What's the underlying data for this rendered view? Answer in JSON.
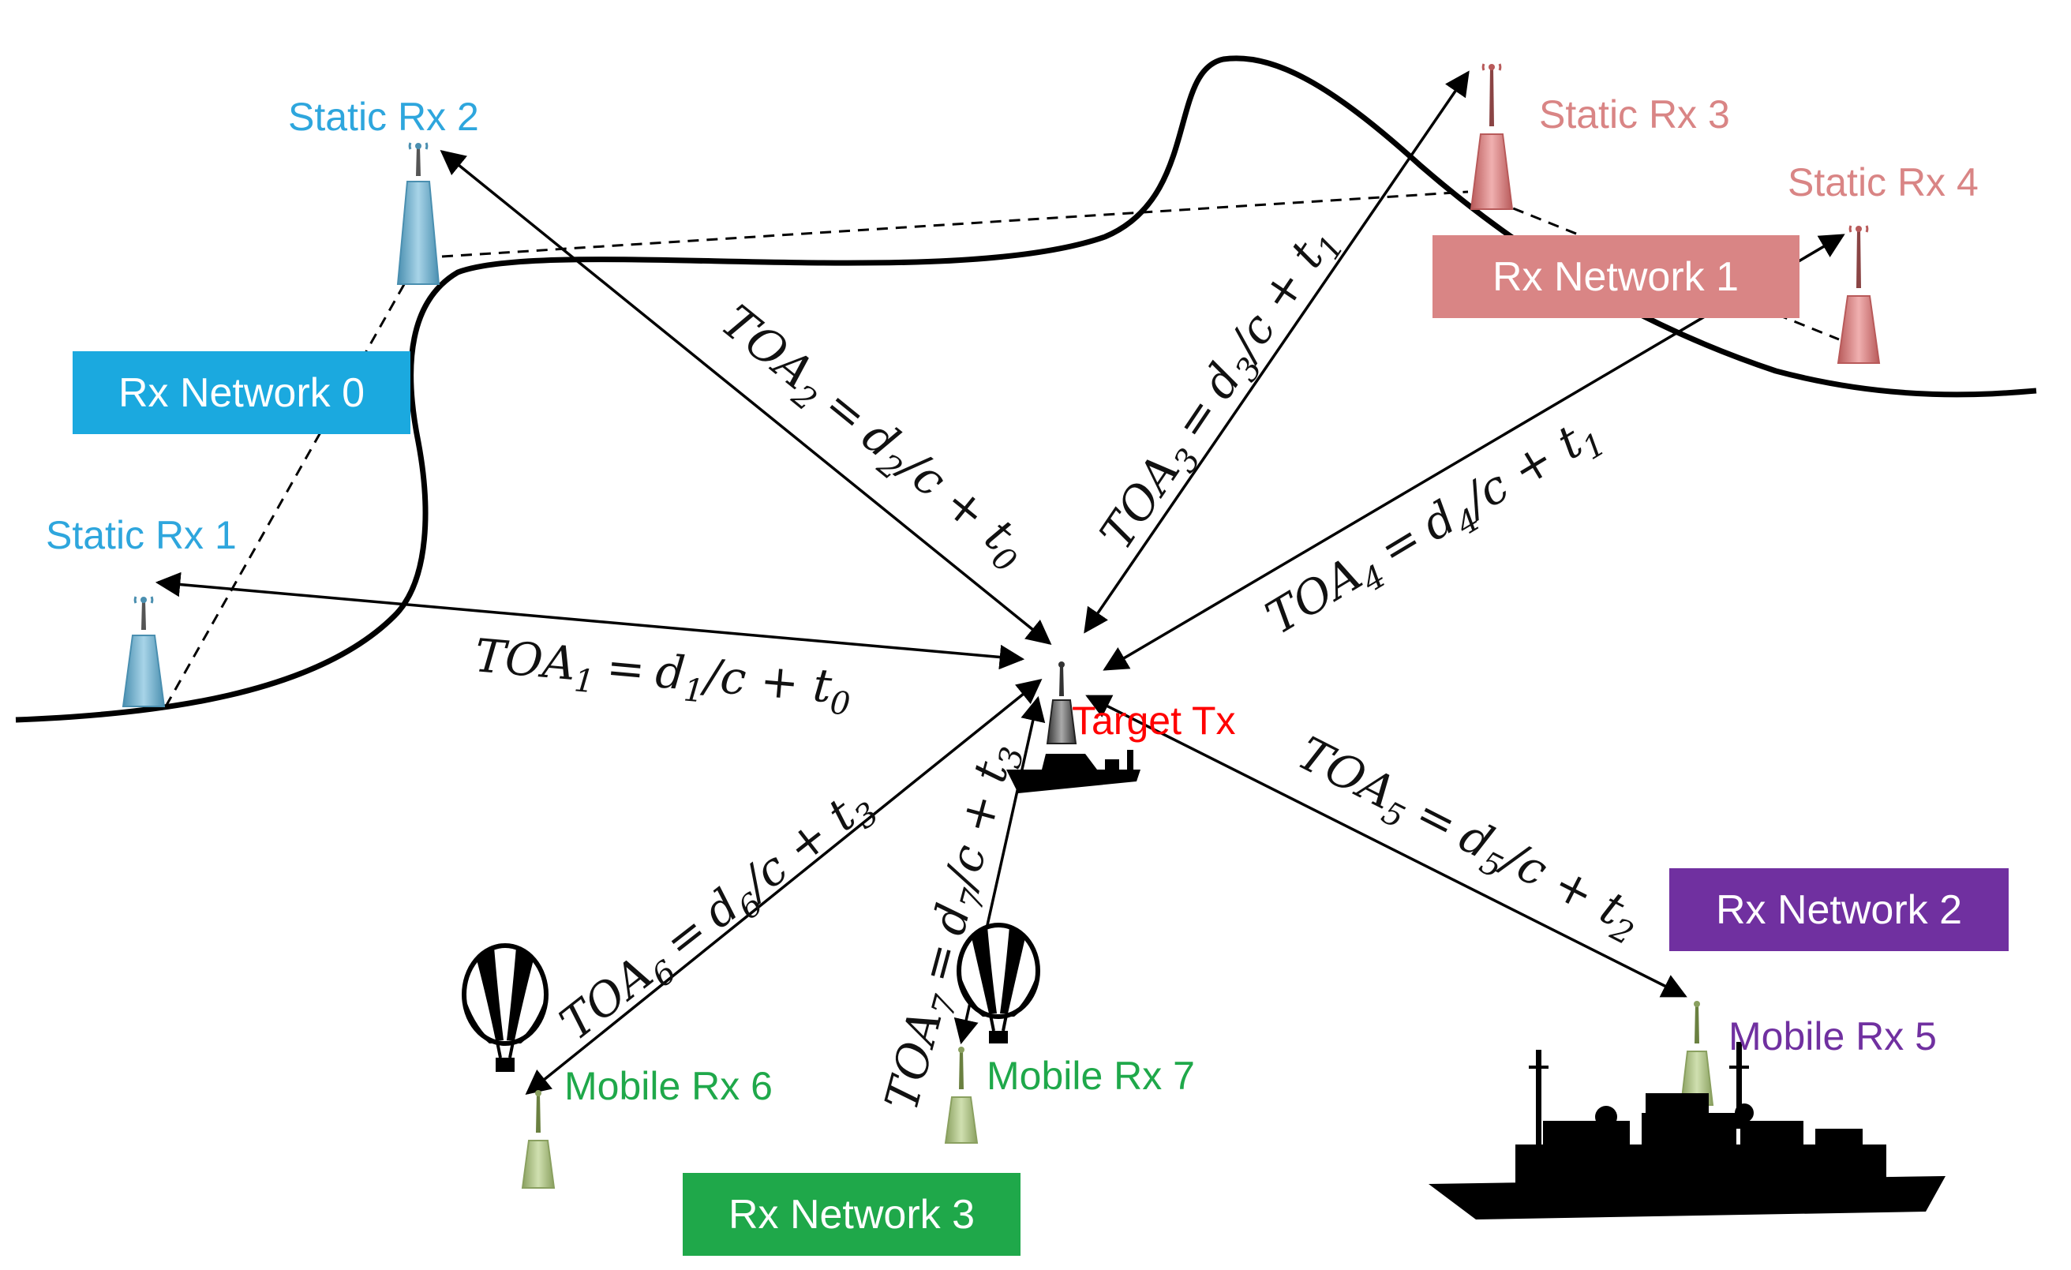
{
  "colors": {
    "network0": "#1ba9df",
    "network1": "#d98585",
    "network2": "#7030a0",
    "network3": "#1fa84a",
    "target": "#ff0000",
    "rx0_text": "#2ea6dd",
    "rx1_text": "#d98585",
    "rx2_text": "#7030a0",
    "rx3_text": "#1fa84a"
  },
  "networks": [
    {
      "label": "Rx Network 0"
    },
    {
      "label": "Rx Network 1"
    },
    {
      "label": "Rx Network 2"
    },
    {
      "label": "Rx Network 3"
    }
  ],
  "receivers": [
    {
      "label": "Static Rx 1",
      "network": 0
    },
    {
      "label": "Static Rx 2",
      "network": 0
    },
    {
      "label": "Static Rx 3",
      "network": 1
    },
    {
      "label": "Static Rx 4",
      "network": 1
    },
    {
      "label": "Mobile Rx 5",
      "network": 2
    },
    {
      "label": "Mobile Rx 6",
      "network": 3
    },
    {
      "label": "Mobile Rx 7",
      "network": 3
    }
  ],
  "target": {
    "label": "Target Tx"
  },
  "equations": [
    {
      "main": "TOA",
      "i": "1",
      "rhs_d": "d",
      "j": "1",
      "rest": "/c + t",
      "k": "0"
    },
    {
      "main": "TOA",
      "i": "2",
      "rhs_d": "d",
      "j": "2",
      "rest": "/c + t",
      "k": "0"
    },
    {
      "main": "TOA",
      "i": "3",
      "rhs_d": "d",
      "j": "3",
      "rest": "/c + t",
      "k": "1"
    },
    {
      "main": "TOA",
      "i": "4",
      "rhs_d": "d",
      "j": "4",
      "rest": "/c + t",
      "k": "1"
    },
    {
      "main": "TOA",
      "i": "5",
      "rhs_d": "d",
      "j": "5",
      "rest": "/c + t",
      "k": "2"
    },
    {
      "main": "TOA",
      "i": "6",
      "rhs_d": "d",
      "j": "6",
      "rest": "/c + t",
      "k": "3"
    },
    {
      "main": "TOA",
      "i": "7",
      "rhs_d": "d",
      "j": "7",
      "rest": "/c + t",
      "k": "3"
    }
  ],
  "equals_sign": "="
}
